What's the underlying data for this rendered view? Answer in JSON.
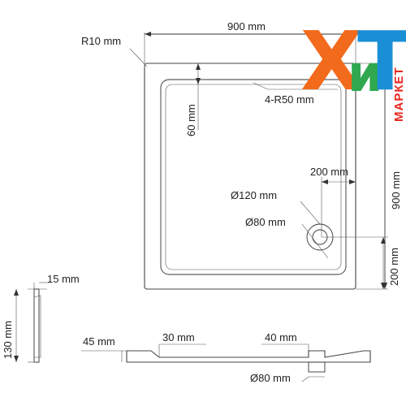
{
  "logo": {
    "letter_x": "Х",
    "letter_i": "и",
    "letter_t": "Т",
    "word": "МАРКЕТ",
    "colors": {
      "x": "#f26a1b",
      "i": "#2fa84f",
      "t": "#1a8fd6",
      "word": "#e8271e"
    }
  },
  "dimensions": {
    "width_top": "900 mm",
    "corner_radius": "R10 mm",
    "inner_radius": "4-R50 mm",
    "rim": "60 mm",
    "height_right": "900 mm",
    "drain_offset_x": "200 mm",
    "drain_offset_y": "200 mm",
    "drain_outer": "Ø120 mm",
    "drain_inner": "Ø80 mm",
    "profile_top": "15 mm",
    "profile_height": "130 mm",
    "section_left": "45 mm",
    "section_30": "30 mm",
    "section_40": "40 mm",
    "section_drain": "Ø80 mm"
  }
}
